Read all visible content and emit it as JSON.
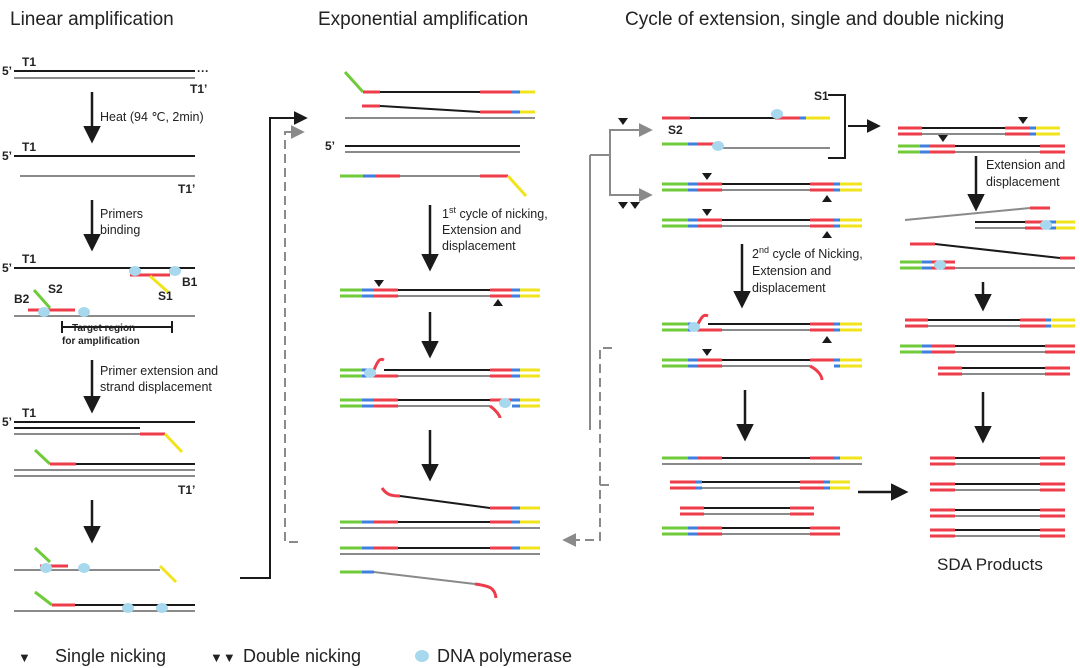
{
  "titles": {
    "linear": "Linear amplification",
    "exponential": "Exponential amplification",
    "cycle": "Cycle of extension, single and double nicking"
  },
  "labels": {
    "five_prime": "5’",
    "t1": "T1",
    "t1p": "T1’",
    "s1": "S1",
    "s2": "S2",
    "b1": "B1",
    "b2": "B2",
    "heat": "Heat (94 ℃, 2min)",
    "primers_1": "Primers",
    "primers_2": "binding",
    "target_1": "Target region",
    "target_2": "for amplification",
    "ext_1": "Primer extension and",
    "ext_2": "strand displacement",
    "first_nick_1": "1",
    "first_nick_sup": "st",
    "first_nick_1b": " cycle of nicking,",
    "first_nick_2": "Extension and",
    "first_nick_3": "displacement",
    "second_nick_1": "2",
    "second_nick_sup": "nd",
    "second_nick_1b": " cycle of Nicking,",
    "second_nick_2": "Extension and",
    "second_nick_3": "displacement",
    "ext_disp_1": "Extension and",
    "ext_disp_2": "displacement",
    "sda_products": "SDA Products"
  },
  "legend": {
    "single_symbol": "▼",
    "single_label": "Single nicking",
    "double_symbol": "▼▼",
    "double_label": "Double nicking",
    "polymerase_label": "DNA polymerase"
  },
  "colors": {
    "black": "#1a1a1a",
    "gray": "#8a8a8a",
    "red": "#ee3d4a",
    "blue": "#3f7fe0",
    "green": "#6fcb3a",
    "yellow": "#f2e41c",
    "polymerase": "#a8d8ee",
    "arrow_gray": "#8a8a8a"
  }
}
